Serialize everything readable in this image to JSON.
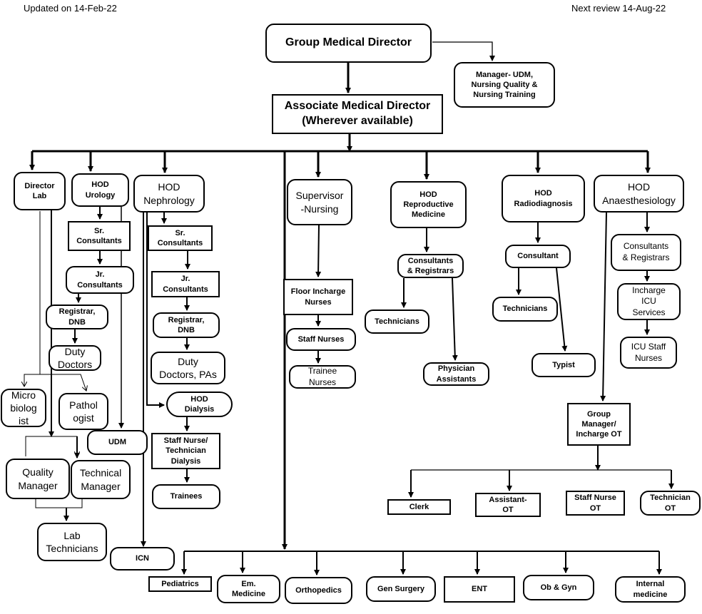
{
  "header": {
    "updated": "Updated on 14-Feb-22",
    "review": "Next review 14-Aug-22"
  },
  "nodes": {
    "gmd": "Group Medical  Director",
    "manager_udm": "Manager- UDM,\nNursing Quality &\nNursing Training",
    "amd": "Associate Medical  Director\n(Wherever available)",
    "director_lab": "Director\nLab",
    "hod_urology": "HOD\nUrology",
    "hod_nephrology": "HOD\nNephrology",
    "supervisor_nursing": "Supervisor\n-Nursing",
    "hod_reproductive": "HOD\nReproductive\nMedicine",
    "hod_radiodiagnosis": "HOD\nRadiodiagnosis",
    "hod_anaesthesiology": "HOD\nAnaesthesiology",
    "uro_sr_consultants": "Sr.\nConsultants",
    "uro_jr_consultants": "Jr.\nConsultants",
    "uro_registrar": "Registrar,\nDNB",
    "uro_duty_doctors": "Duty\nDoctors",
    "microbiologist": "Micro\nbiolog\nist",
    "pathologist": "Pathol\nogist",
    "udm": "UDM",
    "quality_manager": "Quality\nManager",
    "technical_manager": "Technical\nManager",
    "lab_technicians": "Lab\nTechnicians",
    "icn": "ICN",
    "neph_sr_consultants": "Sr.\nConsultants",
    "neph_jr_consultants": "Jr.\nConsultants",
    "neph_registrar": "Registrar,\nDNB",
    "neph_duty_doctors": "Duty\nDoctors, PAs",
    "hod_dialysis": "HOD\nDialysis",
    "staff_nurse_dialysis": "Staff Nurse/\nTechnician\nDialysis",
    "trainees": "Trainees",
    "floor_incharge": "Floor Incharge\nNurses",
    "staff_nurses": "Staff Nurses",
    "trainee_nurses": "Trainee\nNurses",
    "repro_consultants": "Consultants\n& Registrars",
    "repro_technicians": "Technicians",
    "physician_assistants": "Physician\nAssistants",
    "radio_consultant": "Consultant",
    "radio_technicians": "Technicians",
    "typist": "Typist",
    "anaes_consultants": "Consultants\n& Registrars",
    "incharge_icu": "Incharge\nICU\nServices",
    "icu_staff_nurses": "ICU Staff\nNurses",
    "group_manager_ot": "Group\nManager/\nIncharge OT",
    "clerk": "Clerk",
    "assistant_ot": "Assistant-\nOT",
    "staff_nurse_ot": "Staff Nurse\nOT",
    "technician_ot": "Technician\nOT",
    "pediatrics": "Pediatrics",
    "em_medicine": "Em.\nMedicine",
    "orthopedics": "Orthopedics",
    "gen_surgery": "Gen Surgery",
    "ent": "ENT",
    "ob_gyn": "Ob & Gyn",
    "internal_medicine": "Internal\nmedicine"
  }
}
